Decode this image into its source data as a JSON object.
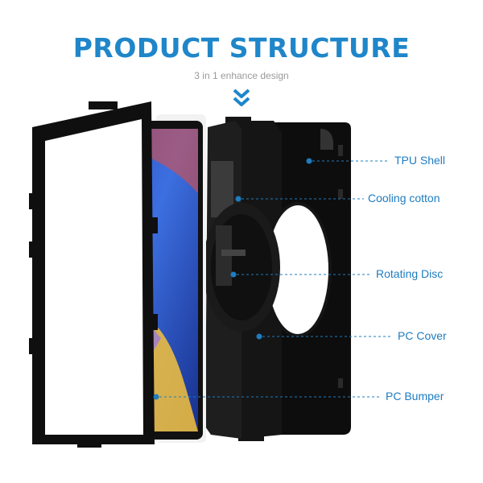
{
  "header": {
    "title": "PRODUCT STRUCTURE",
    "subtitle": "3 in 1 enhance design"
  },
  "icons": {
    "scroll_cue": "double-chevron-down-icon"
  },
  "callouts": [
    {
      "id": "tpu-shell",
      "label": "TPU Shell"
    },
    {
      "id": "cooling-cotton",
      "label": "Cooling cotton"
    },
    {
      "id": "rotating-disc",
      "label": "Rotating Disc"
    },
    {
      "id": "pc-cover",
      "label": "PC Cover"
    },
    {
      "id": "pc-bumper",
      "label": "PC Bumper"
    }
  ],
  "colors": {
    "accent": "#1f86c9",
    "case": "#141414",
    "label": "#1f7cc0"
  }
}
